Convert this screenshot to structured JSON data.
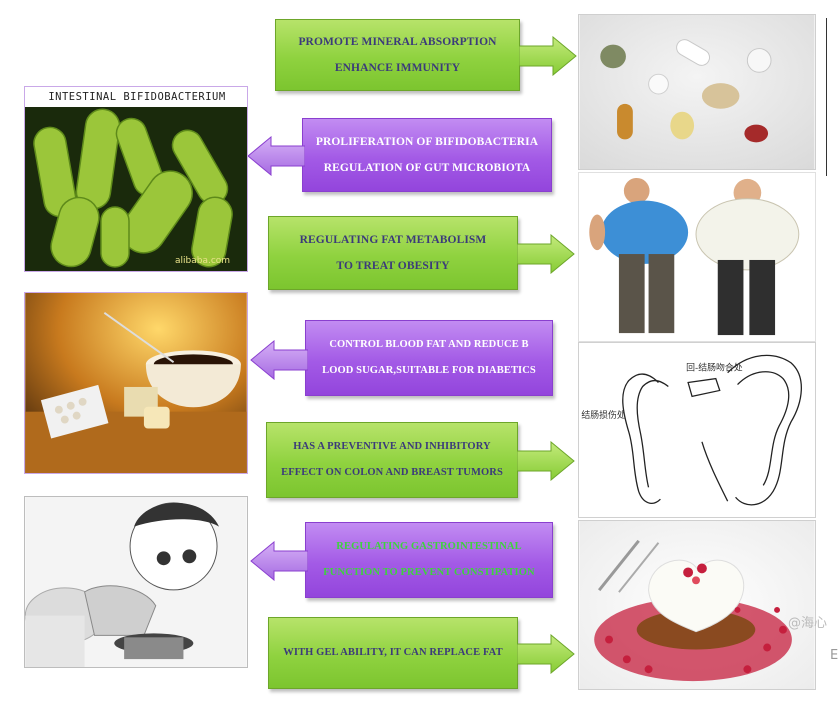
{
  "panel_label": "INTESTINAL BIFIDOBACTERIUM",
  "photo_caption": "alibaba.com",
  "colon_labels": {
    "top": "回-结肠吻合处",
    "left": "结肠损伤处"
  },
  "watermark": "@海心",
  "watermark_letter": "E",
  "boxes": [
    {
      "lines": [
        "PROMOTE MINERAL ABSORPTION",
        "ENHANCE IMMUNITY"
      ]
    },
    {
      "lines": [
        "PROLIFERATION OF BIFIDOBACTERIA",
        "REGULATION OF GUT MICROBIOTA"
      ]
    },
    {
      "lines": [
        "REGULATING FAT METABOLISM",
        "TO TREAT OBESITY"
      ]
    },
    {
      "lines": [
        "CONTROL BLOOD FAT AND REDUCE B",
        "LOOD SUGAR,SUITABLE FOR DIABETICS"
      ]
    },
    {
      "lines": [
        "HAS A PREVENTIVE AND INHIBITORY",
        "EFFECT ON COLON AND BREAST TUMORS"
      ]
    },
    {
      "lines": [
        "REGULATING GASTROINTESTINAL",
        "FUNCTION TO PREVENT CONSTIPATION"
      ]
    },
    {
      "lines": [
        "WITH GEL ABILITY, IT CAN REPLACE FAT"
      ]
    }
  ],
  "colors": {
    "green": "#8fd23f",
    "purple": "#a35ae6",
    "arrow_green": "#9ad64a",
    "arrow_purple": "#b27fe8"
  },
  "icons": [
    "supplement-pills",
    "obese-men",
    "colon-anatomy",
    "dessert",
    "bacteria",
    "coffee-medicine",
    "child-toilet"
  ]
}
